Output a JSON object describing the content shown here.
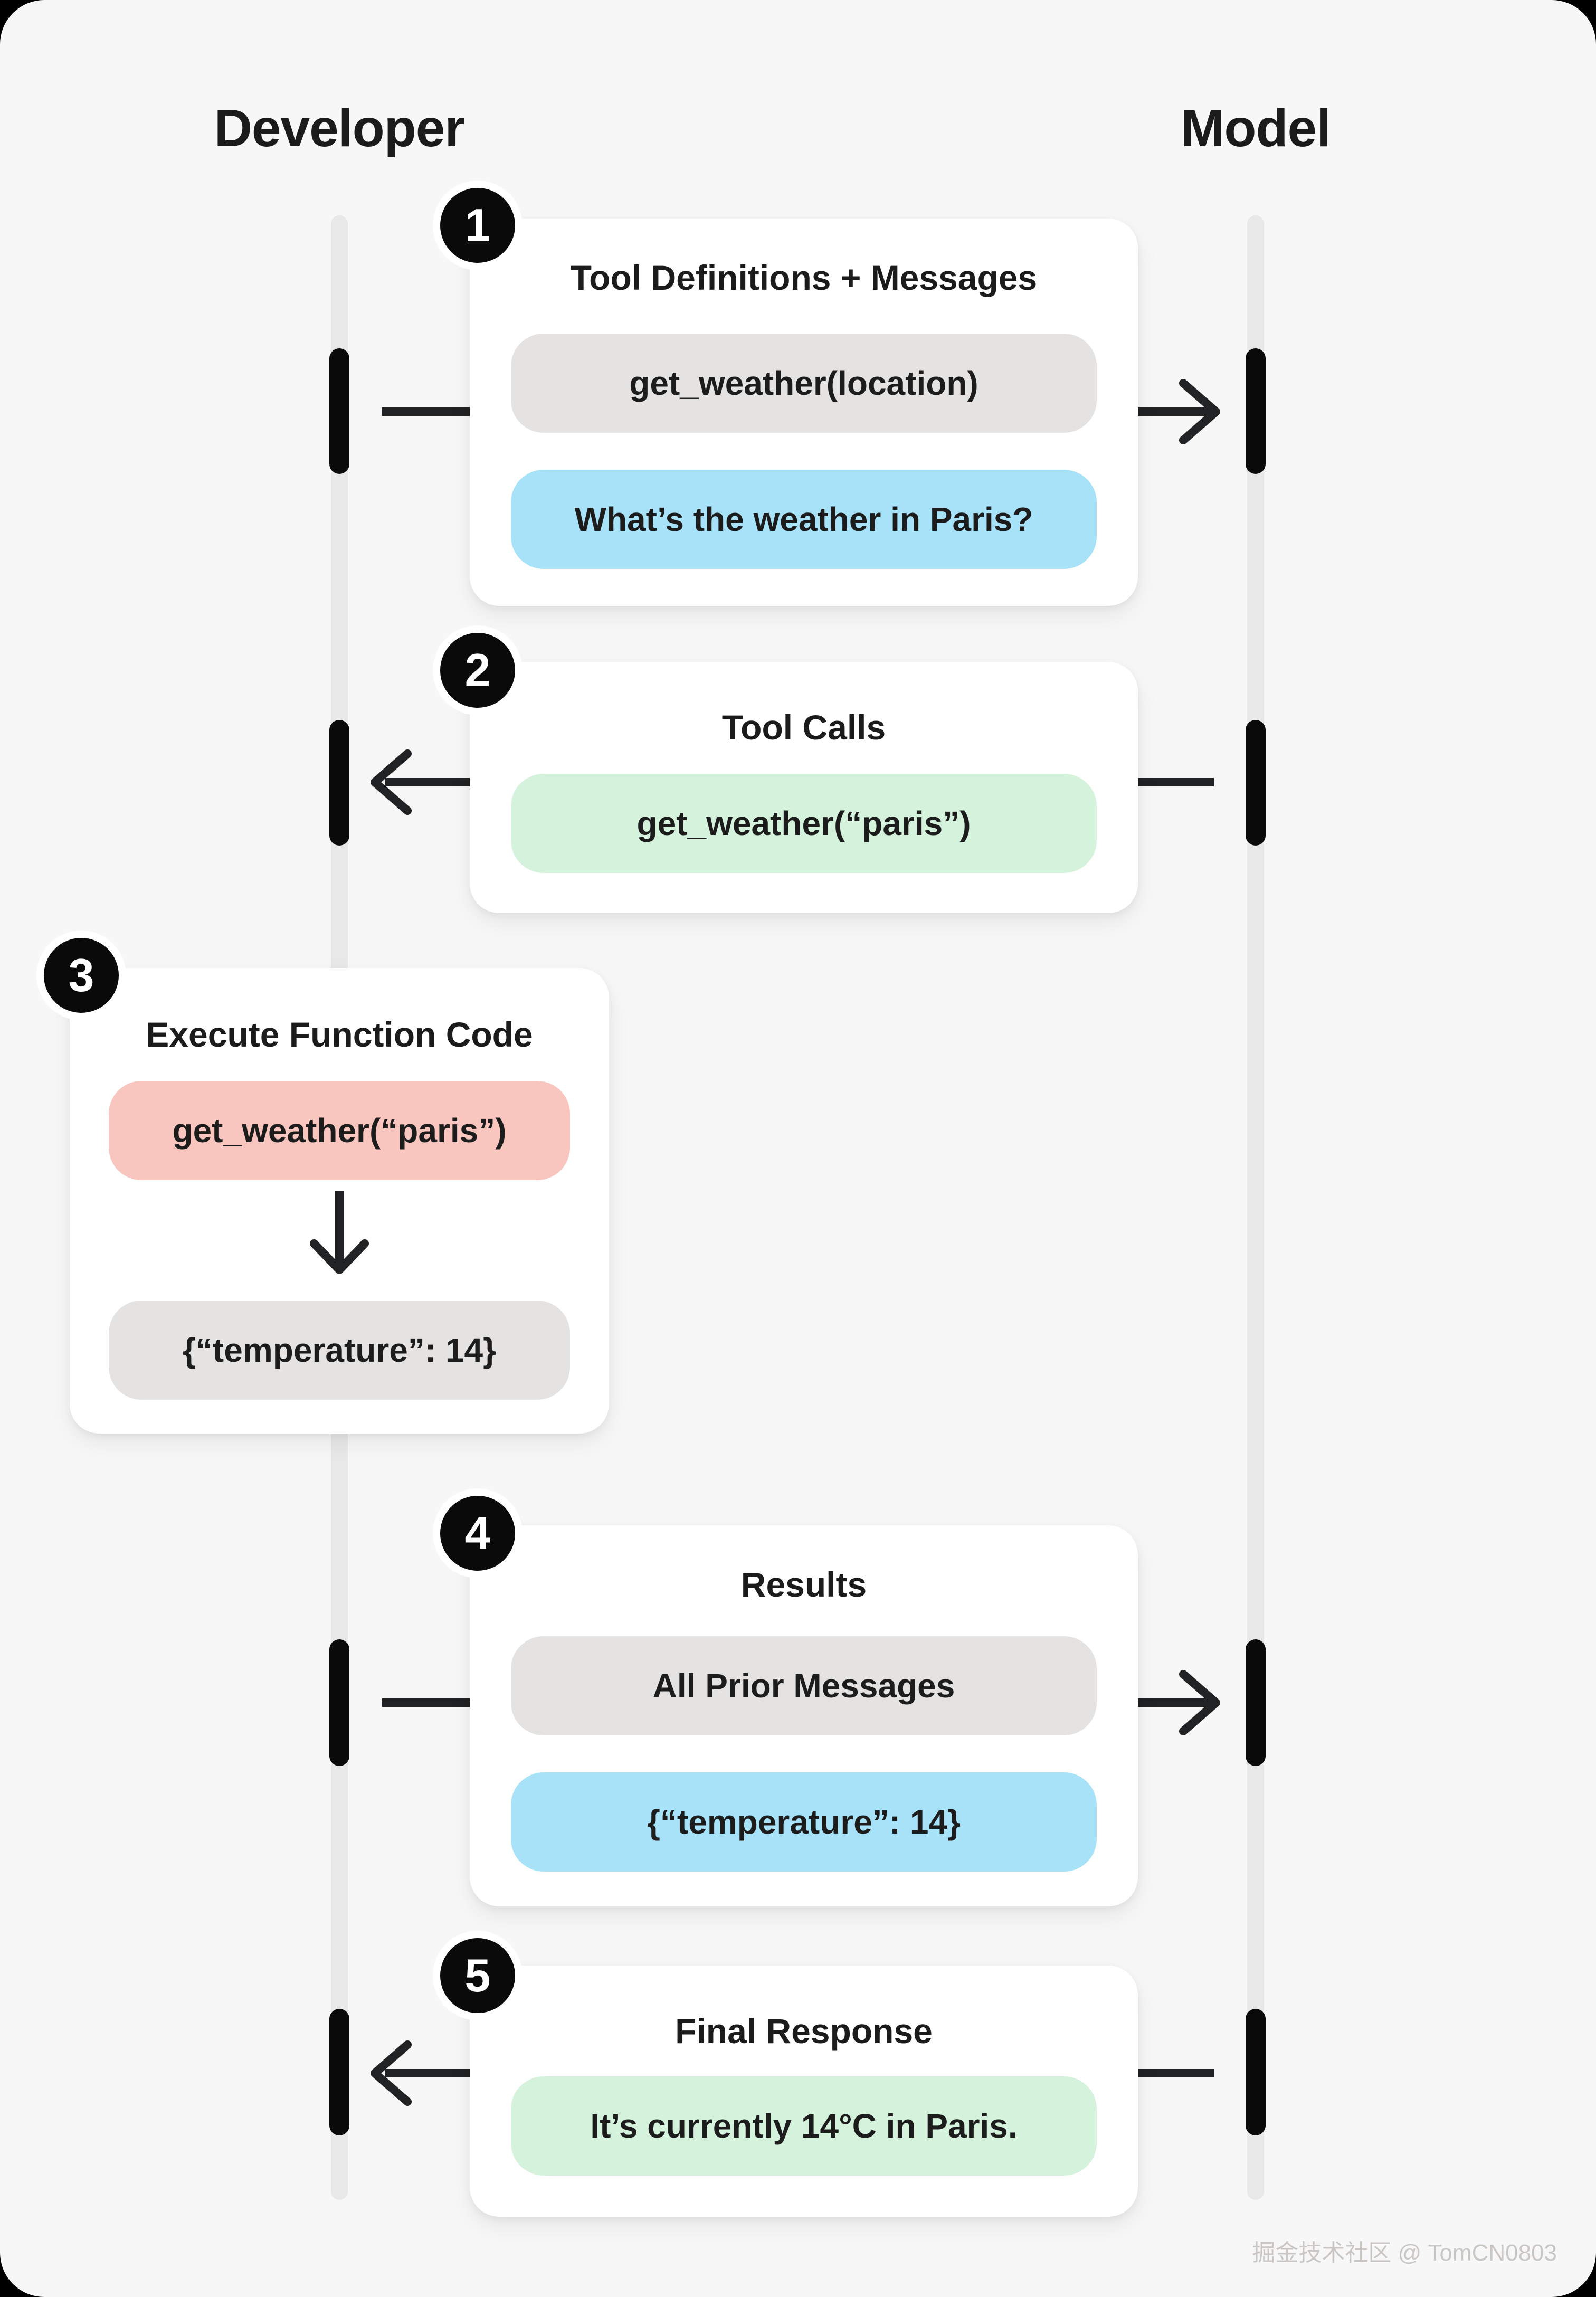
{
  "headers": {
    "left": "Developer",
    "right": "Model"
  },
  "watermark": "掘金技术社区 @ TomCN0803",
  "colors": {
    "canvas": "#f7f7f7",
    "card": "#ffffff",
    "text": "#1b1b1b",
    "ink": "#202224",
    "lifeline": "#e9e8e8",
    "activation": "#0a0a0a",
    "badge": "#0a0a0a",
    "badge-ring": "#ffffff",
    "pill-gray": "#e4e3e2",
    "pill-blue": "#a7e2f8",
    "pill-green": "#d4f2dc",
    "pill-pink": "#f9c6bf",
    "watermark": "#c9c6c4"
  },
  "steps": [
    {
      "number": "1",
      "title": "Tool Definitions + Messages",
      "direction": "developer-to-model",
      "pills": [
        {
          "text": "get_weather(location)",
          "color": "gray"
        },
        {
          "text": "What’s the weather in Paris?",
          "color": "blue"
        }
      ]
    },
    {
      "number": "2",
      "title": "Tool Calls",
      "direction": "model-to-developer",
      "pills": [
        {
          "text": "get_weather(“paris”)",
          "color": "green"
        }
      ]
    },
    {
      "number": "3",
      "title": "Execute Function Code",
      "direction": "internal",
      "pills": [
        {
          "text": "get_weather(“paris”)",
          "color": "pink"
        },
        {
          "text": "{“temperature”: 14}",
          "color": "gray"
        }
      ]
    },
    {
      "number": "4",
      "title": "Results",
      "direction": "developer-to-model",
      "pills": [
        {
          "text": "All Prior Messages",
          "color": "gray"
        },
        {
          "text": "{“temperature”: 14}",
          "color": "blue"
        }
      ]
    },
    {
      "number": "5",
      "title": "Final Response",
      "direction": "model-to-developer",
      "pills": [
        {
          "text": "It’s currently 14°C in Paris.",
          "color": "green"
        }
      ]
    }
  ]
}
